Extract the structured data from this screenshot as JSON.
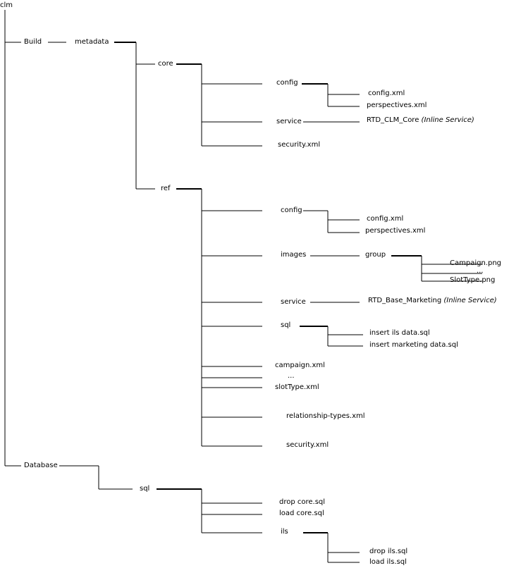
{
  "tree": {
    "root": "clm",
    "build": {
      "label": "Build",
      "metadata": "metadata",
      "core": {
        "label": "core",
        "config": "config",
        "config_xml": "config.xml",
        "perspectives_xml": "perspectives.xml",
        "service": "service",
        "service_target": "RTD_CLM_Core",
        "service_note": "(Inline Service)",
        "security_xml": "security.xml"
      },
      "ref": {
        "label": "ref",
        "config": "config",
        "config_xml": "config.xml",
        "perspectives_xml": "perspectives.xml",
        "images": "images",
        "group": "group",
        "campaign_png": "Campaign.png",
        "ellipsis": "...",
        "slottype_png": "SlotType.png",
        "service": "service",
        "service_target": "RTD_Base_Marketing",
        "service_note": "(Inline Service)",
        "sql": "sql",
        "insert_ils": "insert ils data.sql",
        "insert_marketing": "insert marketing data.sql",
        "campaign_xml": "campaign.xml",
        "ellipsis2": "...",
        "slottype_xml": "slotType.xml",
        "relationship_types_xml": "relationship-types.xml",
        "security_xml": "security.xml"
      }
    },
    "database": {
      "label": "Database",
      "sql": "sql",
      "drop_core": "drop core.sql",
      "load_core": "load core.sql",
      "ils": "ils",
      "drop_ils": "drop ils.sql",
      "load_ils": "load ils.sql"
    }
  }
}
